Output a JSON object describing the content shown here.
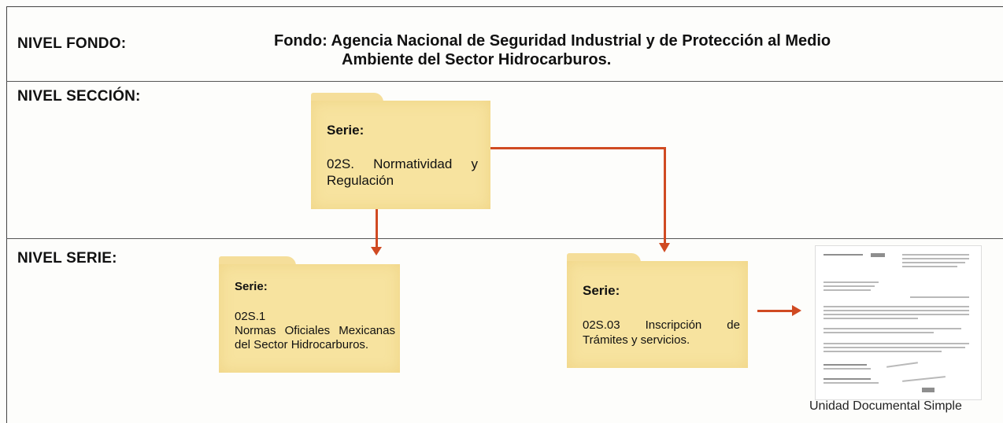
{
  "levels": {
    "fondo": "NIVEL FONDO:",
    "seccion": "NIVEL SECCIÓN:",
    "serie": "NIVEL SERIE:"
  },
  "fondo": {
    "line1": "Fondo: Agencia Nacional de Seguridad Industrial y de Protección al  Medio",
    "line2": "Ambiente del Sector Hidrocarburos."
  },
  "folders": {
    "seccion": {
      "title": "Serie:",
      "desc": "02S.  Normatividad y Regulación"
    },
    "serie_a": {
      "title": "Serie:",
      "code": "02S.1",
      "desc": "Normas Oficiales Mexicanas del Sector Hidrocarburos."
    },
    "serie_b": {
      "title": "Serie:",
      "desc": "02S.03 Inscripción de Trámites y servicios."
    }
  },
  "document": {
    "caption": "Unidad Documental Simple"
  },
  "colors": {
    "folder": "#f7e39f",
    "arrow": "#d04a22"
  }
}
